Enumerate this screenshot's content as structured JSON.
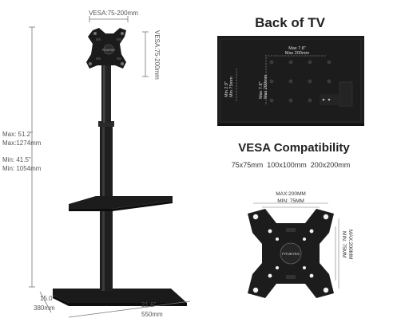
{
  "stand": {
    "vesa_top": "VESA:75-200mm",
    "vesa_side": "VESA:75-200mm",
    "height_max_in": "Max: 51.2\"",
    "height_max_mm": "Max:1274mm",
    "height_min_in": "Min:  41.5\"",
    "height_min_mm": "Min: 1054mm",
    "depth_in": "15.0\"",
    "depth_mm": "380mm",
    "width_in": "21.6\"",
    "width_mm": "550mm",
    "plate_logo": "FITUEYES"
  },
  "back_of_tv": {
    "title": "Back of TV",
    "max_w_in": "Max 7.8\"",
    "max_w_mm": "Max 200mm",
    "max_h_in": "Max 7.8\"",
    "max_h_mm": "Max 200mm",
    "min_in": "Min 2.9\"",
    "min_mm": "Min 75mm"
  },
  "vesa": {
    "title": "VESA Compatibility",
    "sizes": "75x75mm  100x100mm  200x200mm"
  },
  "plate": {
    "max_h": "MAX:200MM",
    "min_h": "MIN: 75MM",
    "max_v": "MAX:200MM",
    "min_v": "MIN: 75MM",
    "logo": "FITUEYES"
  },
  "colors": {
    "metal": "#1e1e1e",
    "text": "#555555",
    "heading": "#222222"
  }
}
